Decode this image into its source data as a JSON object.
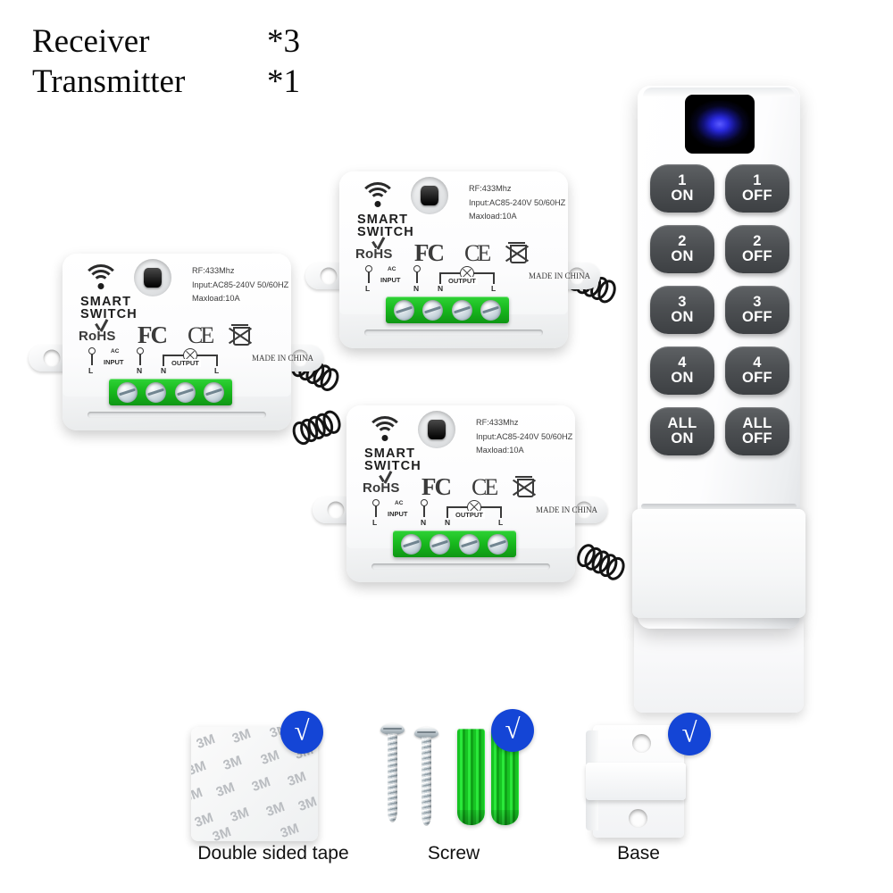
{
  "headline": {
    "rows": [
      {
        "label": "Receiver",
        "qty": "*3"
      },
      {
        "label": "Transmitter",
        "qty": "*1"
      }
    ]
  },
  "receiver": {
    "brand_line1": "SMART",
    "brand_line2": "SWITCH",
    "specs": {
      "rf": "RF:433Mhz",
      "input": "Input:AC85-240V 50/60HZ",
      "maxload": "Maxload:10A"
    },
    "certs": {
      "rohs": "RoHS",
      "fcc": "FC",
      "ce": "CE",
      "weee": "weee-crossed-bin-icon"
    },
    "terminals": {
      "ac": "AC",
      "input": "INPUT",
      "output": "OUTPUT",
      "in_l": "L",
      "in_n": "N",
      "out_n": "N",
      "out_l": "L"
    },
    "origin": "MADE IN CHINA",
    "terminal_block_color": "#18b81d",
    "screw_count": 4
  },
  "remote": {
    "led_window": "blue-led-indicator",
    "led_color": "#2a2ae0",
    "buttons": [
      {
        "num": "1",
        "state": "ON"
      },
      {
        "num": "1",
        "state": "OFF"
      },
      {
        "num": "2",
        "state": "ON"
      },
      {
        "num": "2",
        "state": "OFF"
      },
      {
        "num": "3",
        "state": "ON"
      },
      {
        "num": "3",
        "state": "OFF"
      },
      {
        "num": "4",
        "state": "ON"
      },
      {
        "num": "4",
        "state": "OFF"
      },
      {
        "num": "ALL",
        "state": "ON"
      },
      {
        "num": "ALL",
        "state": "OFF"
      }
    ],
    "button_color": "#4c4f52"
  },
  "accessories": {
    "badge_color": "#1445d6",
    "badge_mark": "√",
    "items": [
      {
        "label": "Double sided tape",
        "icon": "3m-adhesive-pad",
        "brand_mark": "3M"
      },
      {
        "label": "Screw",
        "icon": "screws-and-wall-anchors",
        "anchor_color": "#17c423"
      },
      {
        "label": "Base",
        "icon": "wall-mount-bracket"
      }
    ]
  }
}
